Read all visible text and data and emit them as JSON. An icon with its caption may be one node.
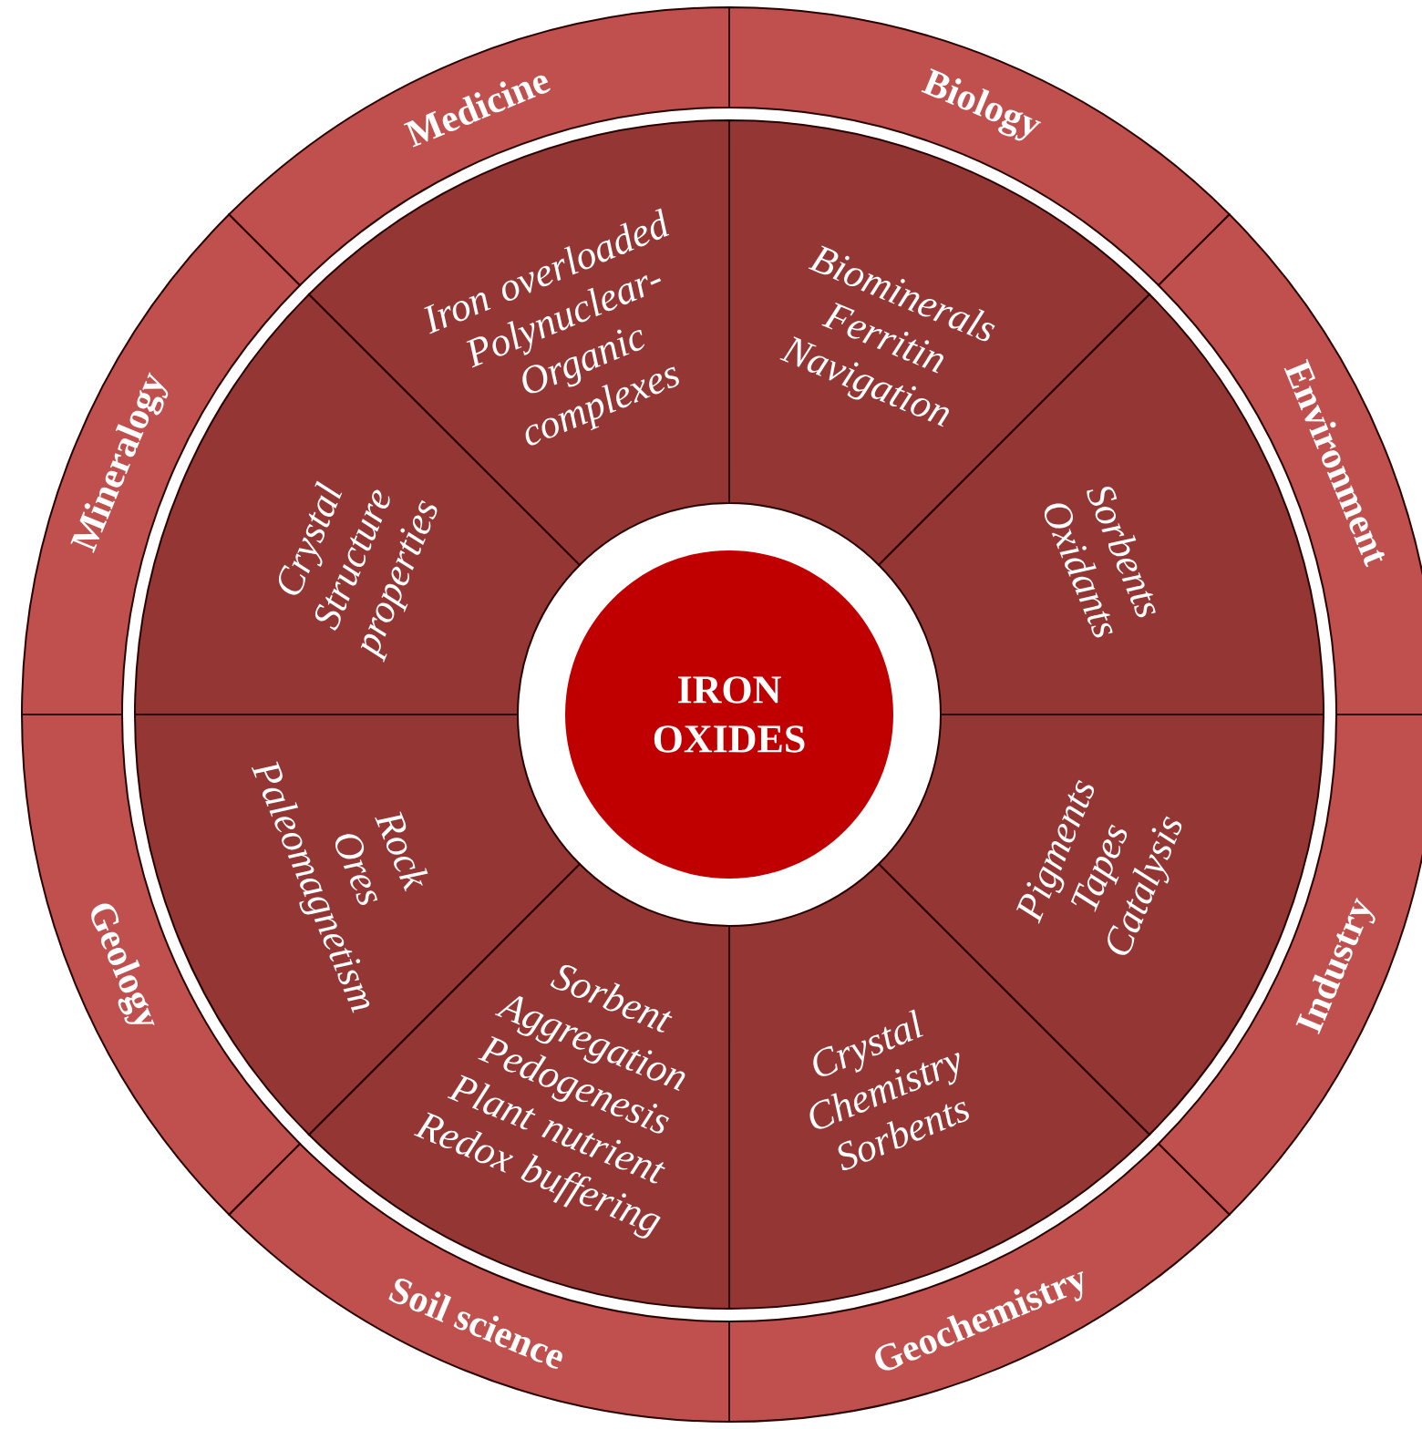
{
  "diagram": {
    "nodes": [
      {
        "text": [
          "IRON OXIDES"
        ]
      },
      {
        "text": [
          "Biology"
        ]
      },
      {
        "text": [
          "Environment"
        ]
      },
      {
        "text": [
          "Industry"
        ]
      },
      {
        "text": [
          "Geochemistry"
        ]
      },
      {
        "text": [
          "Soil science"
        ]
      },
      {
        "text": [
          "Geology"
        ]
      },
      {
        "text": [
          "Mineralogy"
        ]
      },
      {
        "text": [
          "Medicine"
        ]
      },
      {
        "text": [
          "Biominerals",
          "Ferritin",
          "Navigation"
        ]
      },
      {
        "text": [
          "Sorbents",
          "Oxidants"
        ]
      },
      {
        "text": [
          "Pigments",
          "Tapes",
          "Catalysis"
        ]
      },
      {
        "text": [
          "Crystal",
          "Chemistry",
          "Sorbents"
        ]
      },
      {
        "text": [
          "Sorbent",
          "Aggregation",
          "Pedogenesis",
          "Plant nutrient",
          "Redox buffering"
        ]
      },
      {
        "text": [
          "Rock",
          "Ores",
          "Paleomagnetism"
        ]
      },
      {
        "text": [
          "Crystal",
          "Structure",
          "properties"
        ]
      },
      {
        "text": [
          "Iron overloaded",
          "Polynuclear-Organic complexes"
        ]
      }
    ]
  }
}
